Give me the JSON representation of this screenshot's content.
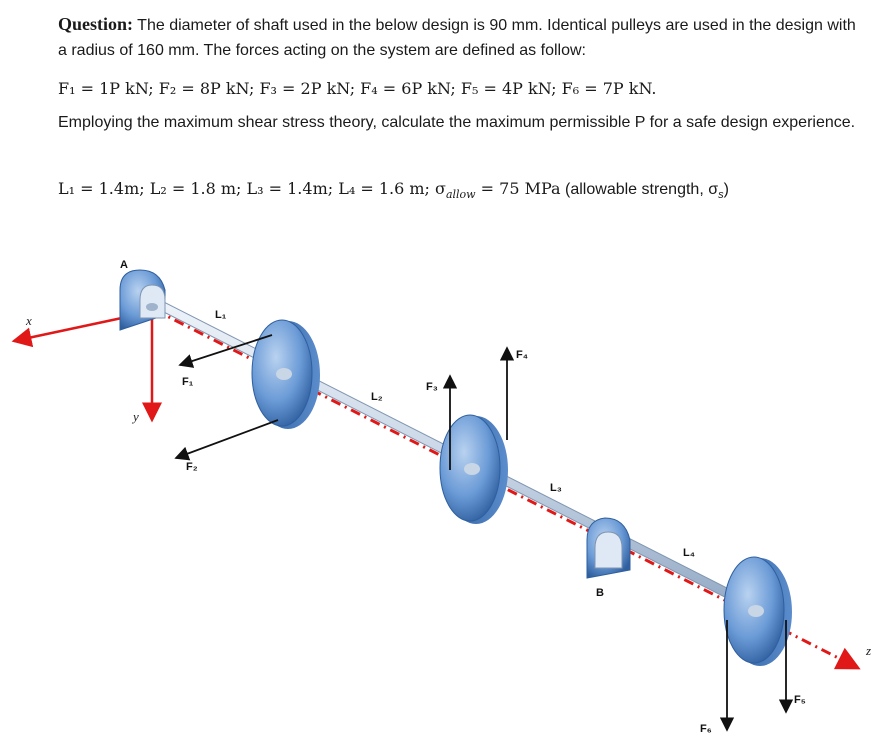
{
  "question": {
    "label": "Question:",
    "intro": " The diameter of shaft used in the below design is 90 mm. Identical pulleys are used in the design with a radius of 160 mm. The forces acting on the system are defined as follow:",
    "forces_line": "F₁ = 1P kN; F₂ = 8P kN; F₃ = 2P kN; F₄ = 6P kN; F₅ = 4P kN; F₆ = 7P kN.",
    "instruction": "Employing the maximum shear stress theory, calculate the maximum permissible P for a safe design experience.",
    "params_math": "L₁ = 1.4m; L₂ = 1.8 m; L₃ = 1.4m; L₄ = 1.6 m; σ",
    "params_sub": "allow",
    "params_value": " = 75 MPa",
    "params_note": " (allowable strength, σ",
    "params_note_sub": "s",
    "params_note_end": ")"
  },
  "diagram": {
    "axis_x": "x",
    "axis_y": "y",
    "axis_z": "z",
    "support_a": "A",
    "support_b": "B",
    "lengths": [
      "L₁",
      "L₂",
      "L₃",
      "L₄"
    ],
    "forces": [
      "F₁",
      "F₂",
      "F₃",
      "F₄",
      "F₅",
      "F₆"
    ],
    "colors": {
      "pulley": "#6a9ad6",
      "pulley_dark": "#2f5f9e",
      "shaft": "#c9d6e6",
      "axis_red": "#e01818",
      "arrow": "#111111"
    }
  }
}
